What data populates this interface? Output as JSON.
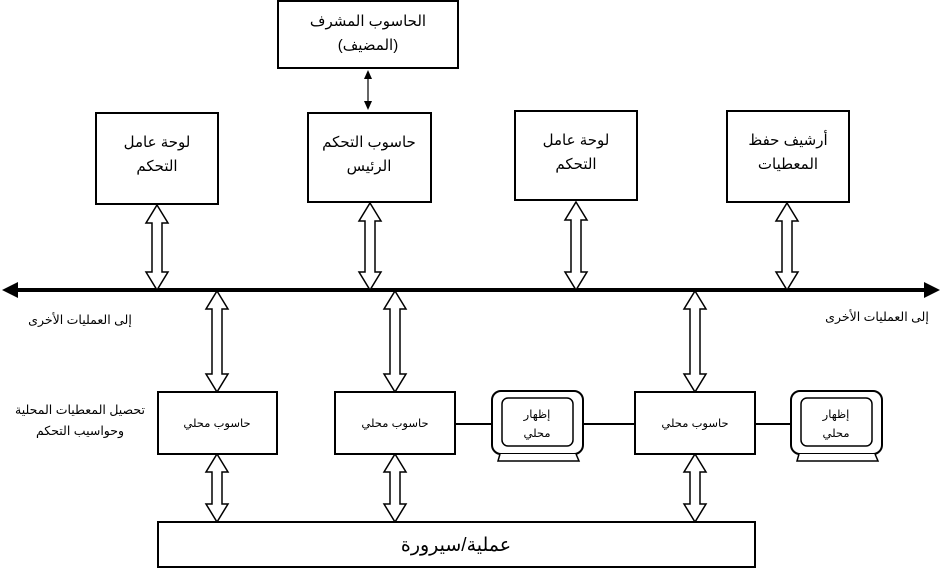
{
  "colors": {
    "ink": "#000000",
    "background": "#ffffff"
  },
  "nodes": {
    "host_computer": {
      "line1": "الحاسوب المشرف",
      "line2": "(المضيف)"
    },
    "control_panel_left": {
      "line1": "لوحة عامل",
      "line2": "التحكم"
    },
    "main_control_computer": {
      "line1": "حاسوب التحكم",
      "line2": "الرئيس"
    },
    "control_panel_right": {
      "line1": "لوحة عامل",
      "line2": "التحكم"
    },
    "data_archive": {
      "line1": "أرشيف حفظ",
      "line2": "المعطيات"
    },
    "local_computer_1": {
      "label": "حاسوب محلي"
    },
    "local_computer_2": {
      "label": "حاسوب محلي"
    },
    "local_computer_3": {
      "label": "حاسوب محلي"
    },
    "local_display_1": {
      "line1": "إظهار",
      "line2": "محلي"
    },
    "local_display_2": {
      "line1": "إظهار",
      "line2": "محلي"
    },
    "process": {
      "label": "عملية/سيرورة"
    }
  },
  "labels": {
    "other_processes_left": "إلى العمليات الأخرى",
    "other_processes_right": "إلى العمليات الأخرى",
    "local_acquisition_line1": "تحصيل المعطيات المحلية",
    "local_acquisition_line2": "وحواسيب التحكم"
  }
}
